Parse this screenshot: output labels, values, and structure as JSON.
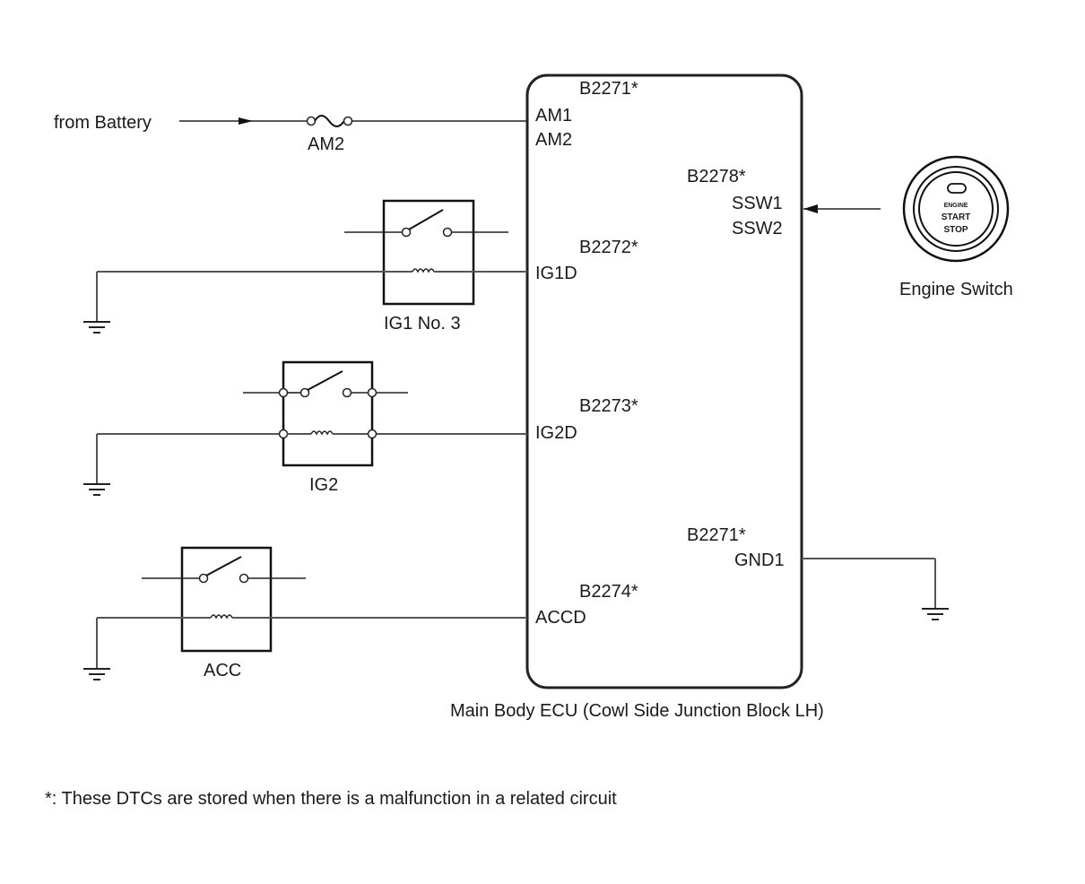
{
  "diagram": {
    "battery_label": "from Battery",
    "fuse_label": "AM2",
    "ecu": {
      "caption": "Main Body ECU (Cowl Side Junction Block LH)",
      "connectors": [
        {
          "code": "B2271*",
          "pins": [
            "AM1",
            "AM2"
          ]
        },
        {
          "code": "B2278*",
          "pins": [
            "SSW1",
            "SSW2"
          ]
        },
        {
          "code": "B2272*",
          "pins": [
            "IG1D"
          ]
        },
        {
          "code": "B2273*",
          "pins": [
            "IG2D"
          ]
        },
        {
          "code": "B2271*",
          "pins": [
            "GND1"
          ]
        },
        {
          "code": "B2274*",
          "pins": [
            "ACCD"
          ]
        }
      ]
    },
    "relays": [
      {
        "label": "IG1 No. 3"
      },
      {
        "label": "IG2"
      },
      {
        "label": "ACC"
      }
    ],
    "engine_switch": {
      "label": "Engine Switch",
      "button_text": [
        "ENGINE",
        "START",
        "STOP"
      ]
    },
    "footnote": "*: These DTCs are stored when there is a malfunction in a related circuit"
  }
}
